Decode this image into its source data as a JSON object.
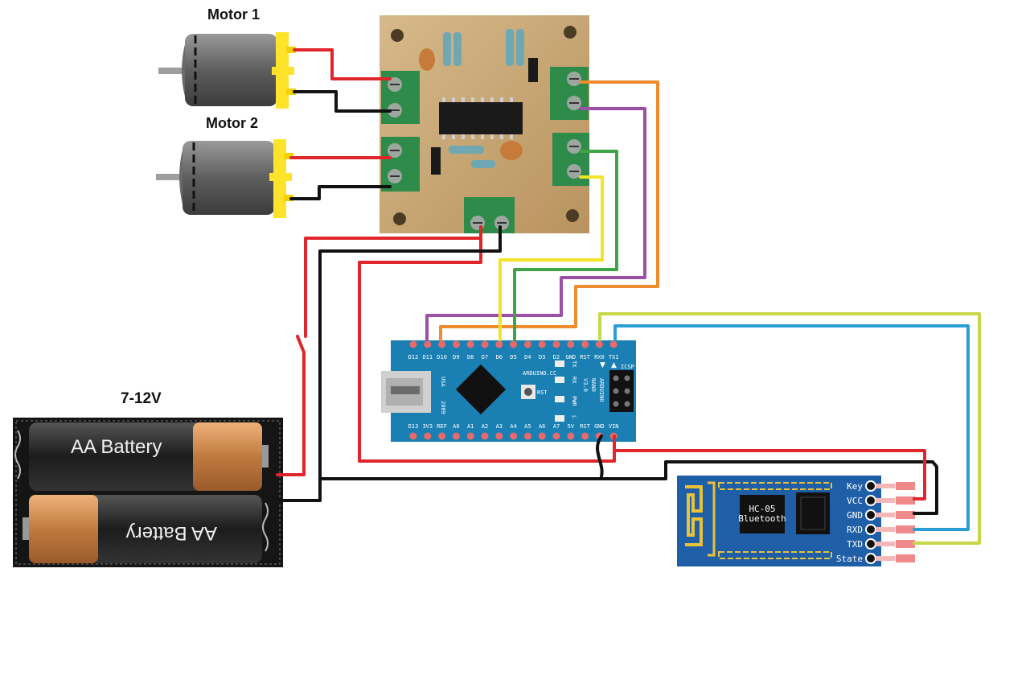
{
  "labels": {
    "motor1": "Motor 1",
    "motor2": "Motor 2",
    "voltage": "7-12V"
  },
  "battery": {
    "cell_top": "AA Battery",
    "cell_bottom": "AA Battery"
  },
  "arduino": {
    "top_pins": [
      "D12",
      "D11",
      "D10",
      "D9",
      "D8",
      "D7",
      "D6",
      "D5",
      "D4",
      "D3",
      "D2",
      "GND",
      "RST",
      "RX0",
      "TX1"
    ],
    "bottom_pins": [
      "D13",
      "3V3",
      "REF",
      "A0",
      "A1",
      "A2",
      "A3",
      "A4",
      "A5",
      "A6",
      "A7",
      "5V",
      "RST",
      "GND",
      "VIN"
    ],
    "brand": "ARDUINO.CC",
    "model_lines": [
      "ARDUINO",
      "NANO",
      "V3.0"
    ],
    "usb_label": "USA",
    "year": "2009",
    "icsp": "ICSP",
    "rst_button": "RST",
    "leds": [
      "TX",
      "RX",
      "PWR",
      "L"
    ]
  },
  "bluetooth": {
    "chip": "HC-05",
    "chip_sub": "Bluetooth",
    "pins": [
      "Key",
      "VCC",
      "GND",
      "RXD",
      "TXD",
      "State"
    ]
  },
  "colors": {
    "red_wire": "#e0262b",
    "black_wire": "#111111",
    "orange_wire": "#ef8c2e",
    "purple_wire": "#9b4fa6",
    "green_wire": "#3fa447",
    "yellow_wire": "#f3e326",
    "lime_wire": "#c6d84a",
    "blue_wire": "#2b9fd4",
    "nano_board": "#1a7fb3",
    "bt_board": "#1f5fa8",
    "driver_board": "#c8a878",
    "terminal_green": "#2e8b4a"
  }
}
